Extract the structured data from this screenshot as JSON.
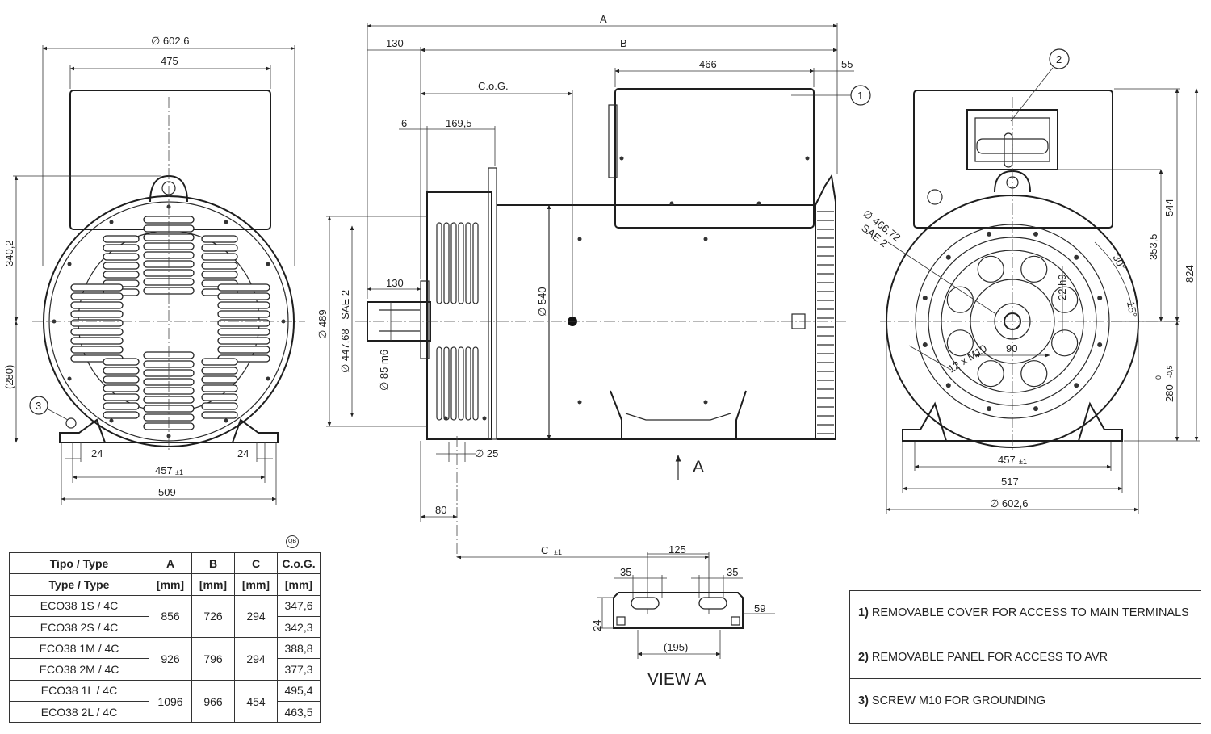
{
  "front_view": {
    "dim_diameter_top": "∅ 602,6",
    "dim_475": "475",
    "dim_340": "340,2",
    "dim_280": "(280)",
    "dim_24_left": "24",
    "dim_24_right": "24",
    "dim_457": "457",
    "dim_457_tol": "±1",
    "dim_509": "509",
    "callout_3": "3"
  },
  "side_view": {
    "dim_A": "A",
    "dim_B": "B",
    "dim_130_top": "130",
    "dim_466": "466",
    "dim_55": "55",
    "dim_cog": "C.o.G.",
    "dim_6": "6",
    "dim_169": "169,5",
    "dim_130_mid": "130",
    "dim_489": "∅ 489",
    "dim_447": "∅ 447,68 - SAE 2",
    "dim_85": "∅ 85 m6",
    "dim_540": "∅ 540",
    "dim_25": "∅ 25",
    "dim_80": "80",
    "view_arrow_label": "A",
    "callout_1": "1"
  },
  "rear_view": {
    "callout_2": "2",
    "dim_466_72": "∅ 466,72",
    "dim_sae2": "SAE 2",
    "dim_30deg": "30°",
    "dim_15deg": "15°",
    "dim_22h9": "22 h9",
    "dim_90": "90",
    "dim_12xm10": "12 x M10",
    "dim_544": "544",
    "dim_353": "353,5",
    "dim_824": "824",
    "dim_280": "280",
    "dim_280_tol_up": "0",
    "dim_280_tol_down": "-0,5",
    "dim_457": "457",
    "dim_457_tol": "±1",
    "dim_517": "517",
    "dim_602": "∅ 602,6"
  },
  "view_a": {
    "dim_C": "C",
    "dim_C_tol": "±1",
    "dim_125": "125",
    "dim_35_left": "35",
    "dim_35_right": "35",
    "dim_59": "59",
    "dim_24": "24",
    "dim_195": "(195)",
    "title": "VIEW A"
  },
  "spec_table": {
    "headers": [
      "Tipo / Type",
      "A",
      "B",
      "C",
      "C.o.G."
    ],
    "units": [
      "Type / Type",
      "[mm]",
      "[mm]",
      "[mm]",
      "[mm]"
    ],
    "logo_text": "QB",
    "groups": [
      {
        "A": "856",
        "B": "726",
        "C": "294",
        "rows": [
          {
            "type": "ECO38 1S / 4C",
            "cog": "347,6"
          },
          {
            "type": "ECO38 2S / 4C",
            "cog": "342,3"
          }
        ]
      },
      {
        "A": "926",
        "B": "796",
        "C": "294",
        "rows": [
          {
            "type": "ECO38 1M / 4C",
            "cog": "388,8"
          },
          {
            "type": "ECO38 2M / 4C",
            "cog": "377,3"
          }
        ]
      },
      {
        "A": "1096",
        "B": "966",
        "C": "454",
        "rows": [
          {
            "type": "ECO38 1L / 4C",
            "cog": "495,4"
          },
          {
            "type": "ECO38 2L / 4C",
            "cog": "463,5"
          }
        ]
      }
    ]
  },
  "notes": [
    {
      "num": "1)",
      "text": "REMOVABLE COVER FOR ACCESS TO MAIN TERMINALS"
    },
    {
      "num": "2)",
      "text": "REMOVABLE PANEL FOR ACCESS TO AVR"
    },
    {
      "num": "3)",
      "text": "SCREW M10 FOR GROUNDING"
    }
  ]
}
